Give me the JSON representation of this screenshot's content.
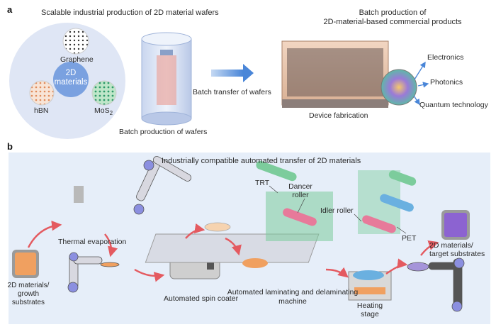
{
  "panel_a": {
    "letter": "a",
    "title_left": "Scalable industrial production of 2D material wafers",
    "center_label_line1": "2D",
    "center_label_line2": "materials",
    "graphene": "Graphene",
    "hbn": "hBN",
    "mos2_base": "MoS",
    "mos2_sub": "2",
    "batch_wafers": "Batch production of wafers",
    "batch_transfer": "Batch transfer of wafers",
    "title_right_line1": "Batch production of",
    "title_right_line2": "2D-material-based commercial products",
    "device_fabrication": "Device fabrication",
    "outputs": [
      "Electronics",
      "Photonics",
      "Quantum technology"
    ]
  },
  "panel_b": {
    "letter": "b",
    "title": "Industrially compatible automated transfer of 2D materials",
    "thermal_evaporation": "Thermal evaporation",
    "growth_line1": "2D materials/",
    "growth_line2": "growth",
    "growth_line3": "substrates",
    "spin_coater": "Automated spin coater",
    "laminating_line1": "Automated laminating and delaminating",
    "laminating_line2": "machine",
    "trt": "TRT",
    "dancer_line1": "Dancer",
    "dancer_line2": "roller",
    "idler": "Idler roller",
    "pet": "PET",
    "heating_line1": "Heating",
    "heating_line2": "stage",
    "target_line1": "2D materials/",
    "target_line2": "target substrates"
  },
  "colors": {
    "panel_a_circle": "#dfe6f5",
    "panel_b_bg": "#e6eef9",
    "arrow_blue": "#4a86d8",
    "arrow_red": "#e45a60",
    "robot_purple": "#8b8fe0",
    "green_film": "#7ccc9c",
    "pink_roller": "#e77a9a",
    "blue_roller": "#6ab0e0"
  },
  "icons": [
    "robot-arm-icon",
    "wafer-icon",
    "roller-icon",
    "chip-icon"
  ]
}
